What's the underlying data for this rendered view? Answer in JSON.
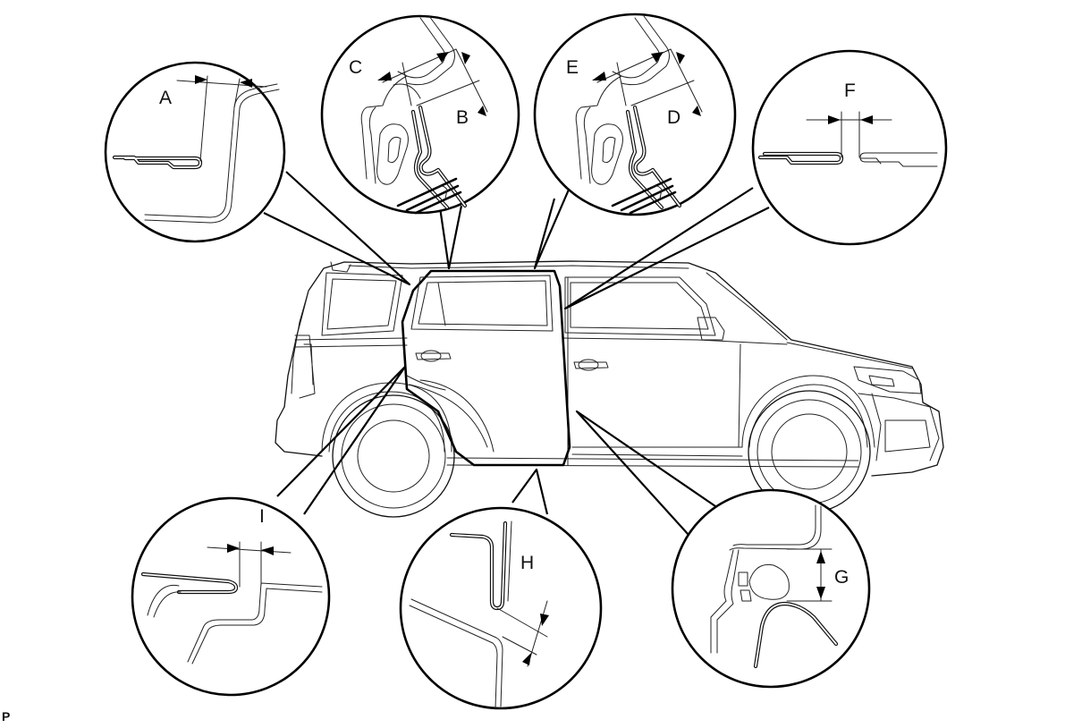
{
  "diagram": {
    "labels": {
      "A": "A",
      "B": "B",
      "C": "C",
      "D": "D",
      "E": "E",
      "F": "F",
      "G": "G",
      "H": "H",
      "I": "I"
    },
    "corner_code": "P"
  }
}
